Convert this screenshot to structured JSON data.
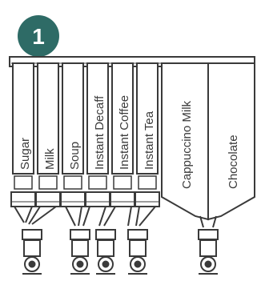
{
  "step": {
    "number": "1",
    "badge_color": "#2e6b66"
  },
  "canisters": [
    {
      "label": "Sugar"
    },
    {
      "label": "Milk"
    },
    {
      "label": "Soup"
    },
    {
      "label": "Instant Decaff"
    },
    {
      "label": "Instant Coffee"
    },
    {
      "label": "Instant Tea"
    },
    {
      "label": "Cappuccino Milk"
    },
    {
      "label": "Chocolate"
    }
  ],
  "style": {
    "line_color": "#3a3a3a",
    "paper_color": "#ffffff"
  }
}
